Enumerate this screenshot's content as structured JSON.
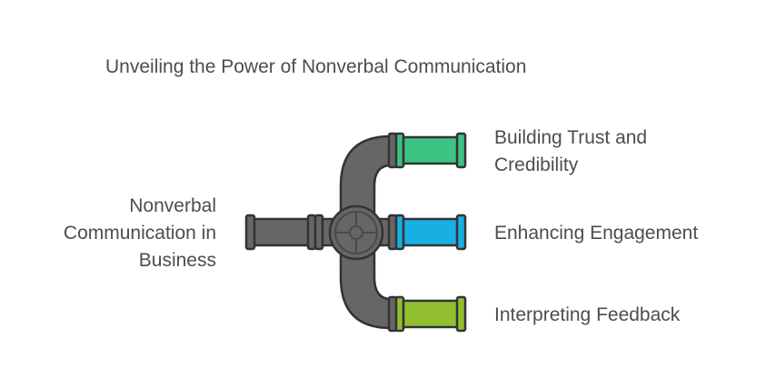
{
  "title": "Unveiling the Power of Nonverbal Communication",
  "source": {
    "lines": [
      "Nonverbal",
      "Communication in",
      "Business"
    ]
  },
  "branches": [
    {
      "lines": [
        "Building Trust and",
        "Credibility"
      ],
      "color": "#3dc382"
    },
    {
      "lines": [
        "Enhancing Engagement"
      ],
      "color": "#18afe2"
    },
    {
      "lines": [
        "Interpreting Feedback"
      ],
      "color": "#93c030"
    }
  ],
  "colors": {
    "pipe": "#666666",
    "outline": "#333333",
    "text": "#4d4d4d"
  }
}
